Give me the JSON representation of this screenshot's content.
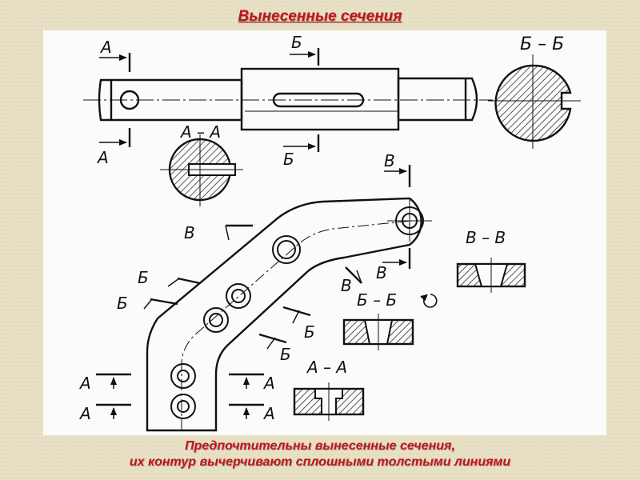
{
  "title": "Вынесенные сечения",
  "caption": {
    "line1": "Предпочтительны вынесенные сечения,",
    "line2": "их контур вычерчивают сплошными толстыми линиями"
  },
  "labels": {
    "a": "А",
    "b": "Б",
    "v": "В",
    "section_a": "А – А",
    "section_b": "Б – Б",
    "section_v": "В – В"
  },
  "colors": {
    "title": "#c0141c",
    "background": "#e8e0c4",
    "drawing_bg": "#fbfbfb",
    "ink": "#111111"
  }
}
